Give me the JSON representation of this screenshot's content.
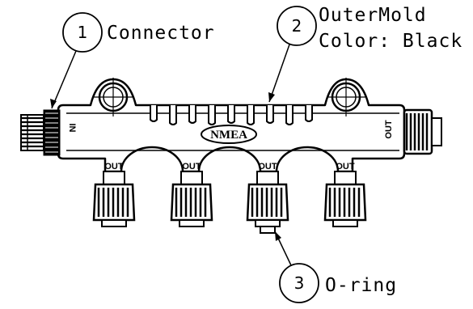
{
  "callouts": [
    {
      "number": "1",
      "lines": [
        "Connector"
      ]
    },
    {
      "number": "2",
      "lines": [
        "OuterMold",
        "Color: Black"
      ]
    },
    {
      "number": "3",
      "lines": [
        "O-ring"
      ]
    }
  ],
  "logo": "NMEA",
  "port_labels": {
    "in": "IN",
    "out_right": "OUT",
    "bottom": [
      "OUT",
      "OUT",
      "OUT",
      "OUT"
    ]
  }
}
